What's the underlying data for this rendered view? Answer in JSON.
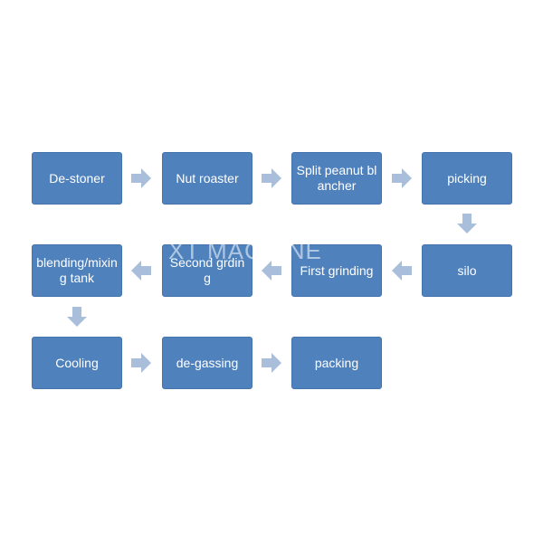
{
  "watermark": "XT MACHINE",
  "colors": {
    "box_fill": "#4f81bd",
    "box_text": "#ffffff",
    "arrow": "#a9bedb",
    "background": "#ffffff"
  },
  "steps": [
    "De-stoner",
    "Nut roaster",
    "Split peanut blancher",
    "picking",
    "silo",
    "First grinding",
    "Second grding",
    "blending/mixing tank",
    "Cooling",
    "de-gassing",
    "packing"
  ]
}
